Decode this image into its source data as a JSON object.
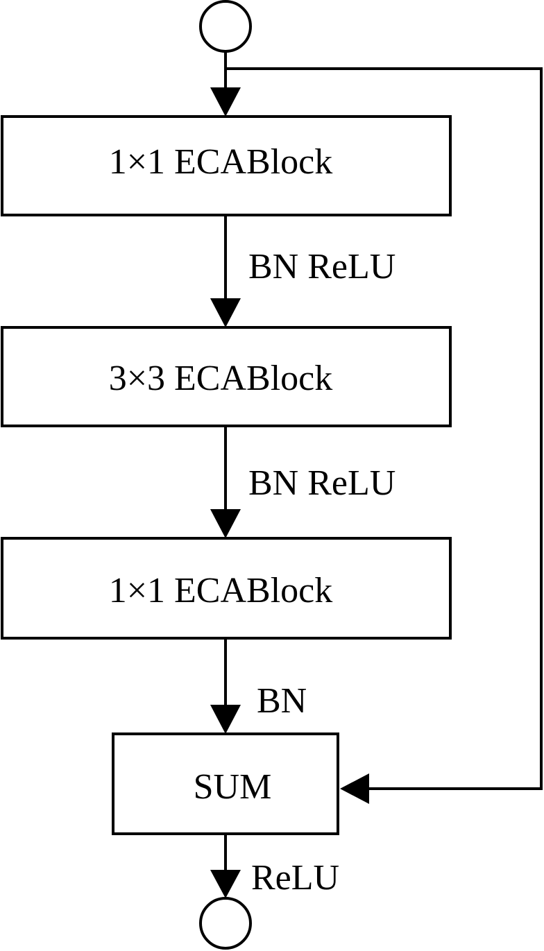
{
  "blocks": {
    "conv1": "1×1 ECABlock",
    "conv2": "3×3 ECABlock",
    "conv3": "1×1 ECABlock",
    "sum": "SUM"
  },
  "edges": {
    "after_conv1": "BN ReLU",
    "after_conv2": "BN ReLU",
    "after_conv3": "BN",
    "after_sum": "ReLU"
  },
  "colors": {
    "stroke": "#000000",
    "background": "#ffffff"
  }
}
